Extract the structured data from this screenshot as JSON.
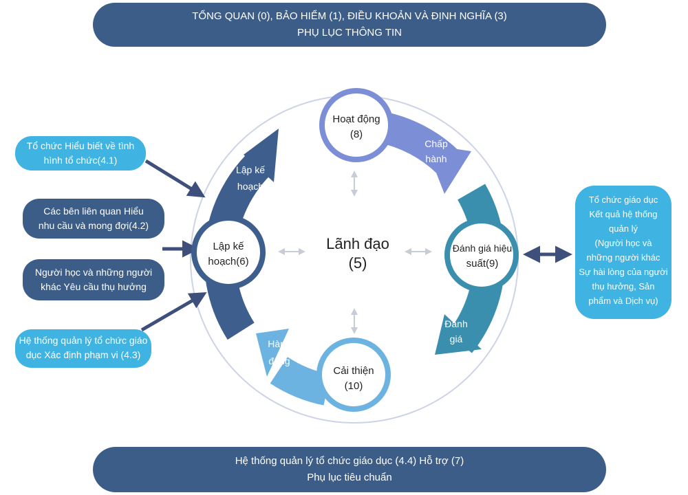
{
  "top_banner": {
    "line1": "TỔNG QUAN (0), BẢO HIỂM (1), ĐIỀU KHOẢN VÀ ĐỊNH NGHĨA (3)",
    "line2": "PHỤ LỤC THÔNG TIN"
  },
  "bottom_banner": {
    "line1": "Hệ thống quản lý tổ chức giáo dục (4.4) Hỗ trợ (7)",
    "line2": "Phụ lục tiêu chuẩn"
  },
  "left_inputs": [
    {
      "line1": "Tổ chức Hiểu biết về tình",
      "line2": "hình tổ chức(4.1)"
    },
    {
      "line1": "Các bên liên quan Hiểu",
      "line2": "nhu cầu và mong đợi(4.2)"
    },
    {
      "line1": "Người học và những người",
      "line2": "khác Yêu cầu thụ hưởng"
    },
    {
      "line1": "Hệ thống quản lý tổ chức giáo",
      "line2": "dục Xác định phạm vi (4.3)"
    }
  ],
  "right_output": {
    "lines": [
      "Tổ chức giáo dục",
      "Kết quả hệ thống",
      "quản lý",
      "(Người học và",
      "những người khác",
      "Sự hài lòng của người",
      "thụ hưởng, Sản",
      "phẩm và Dịch vụ)"
    ]
  },
  "center": {
    "line1": "Lãnh đạo",
    "line2": "(5)"
  },
  "nodes": {
    "top": {
      "line1": "Hoạt động",
      "line2": "(8)"
    },
    "left": {
      "line1": "Lập kế",
      "line2": "hoạch(6)"
    },
    "right": {
      "line1": "Đánh giá hiệu",
      "line2": "suất(9)"
    },
    "bottom": {
      "line1": "Cải thiện",
      "line2": "(10)"
    }
  },
  "arrow_labels": {
    "plan": {
      "line1": "Lập kế",
      "line2": "hoạch"
    },
    "do": {
      "line1": "Chấp",
      "line2": "hành"
    },
    "check": {
      "line1": "Đánh",
      "line2": "giá"
    },
    "act": {
      "line1": "Hành",
      "line2": "động"
    }
  },
  "colors": {
    "banner": "#3d5d89",
    "light_blue": "#3fb4e2",
    "arrow_plan": "#3e5f8d",
    "arrow_do": "#7c8fd6",
    "arrow_check": "#3a8fae",
    "arrow_act": "#6cb3e2"
  }
}
